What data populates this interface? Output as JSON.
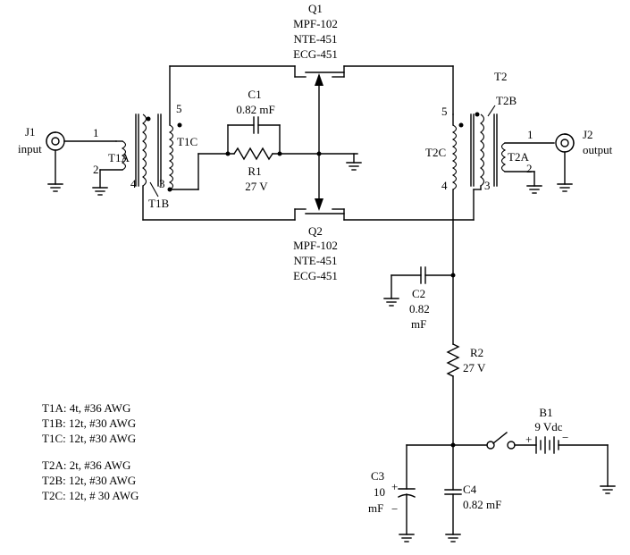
{
  "components": {
    "q1": {
      "ref": "Q1",
      "lines": [
        "MPF-102",
        "NTE-451",
        "ECG-451"
      ]
    },
    "q2": {
      "ref": "Q2",
      "lines": [
        "MPF-102",
        "NTE-451",
        "ECG-451"
      ]
    },
    "c1": {
      "ref": "C1",
      "value": "0.82 mF"
    },
    "r1": {
      "ref": "R1",
      "value": "27 V"
    },
    "c2": {
      "ref": "C2",
      "value_a": "0.82",
      "value_b": "mF"
    },
    "r2": {
      "ref": "R2",
      "value": "27 V"
    },
    "c3": {
      "ref": "C3",
      "value": "10",
      "unit": "mF"
    },
    "c4": {
      "ref": "C4",
      "value": "0.82 mF"
    },
    "b1": {
      "ref": "B1",
      "value": "9 Vdc"
    }
  },
  "connectors": {
    "j1": {
      "ref": "J1",
      "name": "input"
    },
    "j2": {
      "ref": "J2",
      "name": "output"
    }
  },
  "transformers": {
    "t1a": "T1A",
    "t1b": "T1B",
    "t1c": "T1C",
    "t2": "T2",
    "t2a": "T2A",
    "t2b": "T2B",
    "t2c": "T2C"
  },
  "pins": {
    "t1_1": "1",
    "t1_2": "2",
    "t1_4": "4",
    "t1_5": "5",
    "t1_3": "3",
    "t2_5": "5",
    "t2_4": "4",
    "t2_3": "3",
    "t2_1": "1",
    "t2_2": "2"
  },
  "polarity": {
    "plus": "+",
    "minus": "−"
  },
  "winding_notes": [
    "T1A: 4t, #36 AWG",
    "T1B: 12t, #30 AWG",
    "T1C: 12t, #30 AWG",
    "T2A: 2t, #36 AWG",
    "T2B: 12t, #30 AWG",
    "T2C: 12t, # 30 AWG"
  ]
}
